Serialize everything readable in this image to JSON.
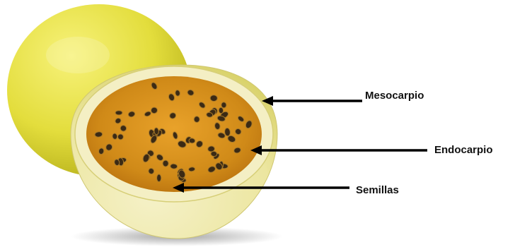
{
  "labels": {
    "mesocarp": "Mesocarpio",
    "endocarp": "Endocarpio",
    "seeds": "Semillas"
  },
  "colors": {
    "rind_yellow": "#e6e24a",
    "pith_cream": "#f4efc4",
    "pulp_orange": "#d08a18",
    "seed_dark": "#3b2a14",
    "arrow": "#000000"
  }
}
